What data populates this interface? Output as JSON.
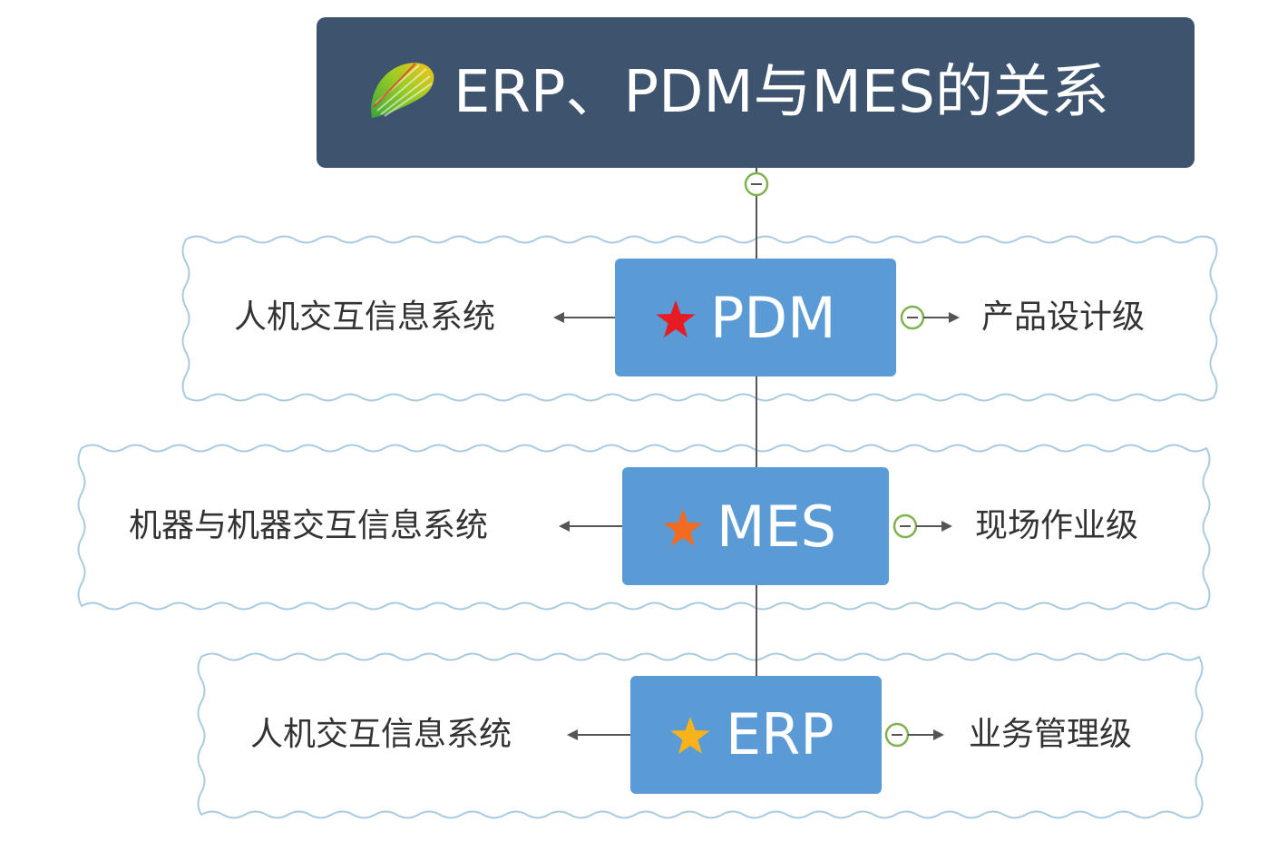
{
  "title": "ERP、PDM与MES的关系",
  "icon": "layered-shell-logo-icon",
  "colors": {
    "title_bg": "#3e546e",
    "node_bg": "#5b9bd5",
    "connector": "#555555",
    "wavy_border": "#a8cbe0",
    "collapse_ring": "#7fb24f",
    "star_pdm": "#e51c23",
    "star_mes": "#f26b21",
    "star_erp": "#f8b31b"
  },
  "levels": [
    {
      "id": "pdm",
      "label": "PDM",
      "star_icon": "red-star-icon",
      "left_label": "人机交互信息系统",
      "right_label": "产品设计级"
    },
    {
      "id": "mes",
      "label": "MES",
      "star_icon": "orange-star-icon",
      "left_label": "机器与机器交互信息系统",
      "right_label": "现场作业级"
    },
    {
      "id": "erp",
      "label": "ERP",
      "star_icon": "yellow-star-icon",
      "left_label": "人机交互信息系统",
      "right_label": "业务管理级"
    }
  ]
}
